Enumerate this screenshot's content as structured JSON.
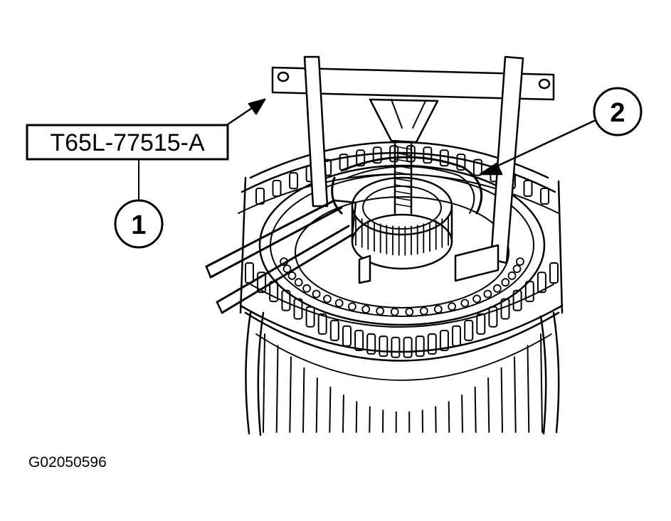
{
  "callouts": {
    "one": "1",
    "two": "2"
  },
  "tool_number": "T65L-77515-A",
  "figure_id": "G02050596",
  "colors": {
    "ink": "#000000",
    "paper": "#ffffff"
  }
}
